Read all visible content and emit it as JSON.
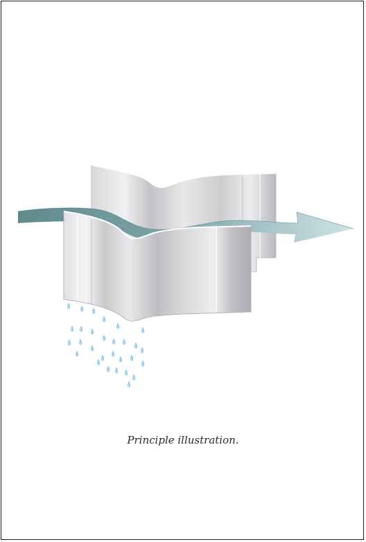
{
  "caption": "Principle illustration.",
  "colors": {
    "arrow_dark": "#5f8a8e",
    "arrow_light": "#cfe3e6",
    "panel_light": "#e6e6e8",
    "panel_mid": "#c8c8cb",
    "panel_dark": "#a9a9ad",
    "droplet": "#7cc8ee",
    "border": "#1a1a1a"
  },
  "icons": [
    "airflow-arrow",
    "separator-blade-back",
    "separator-blade-front",
    "water-droplets"
  ]
}
